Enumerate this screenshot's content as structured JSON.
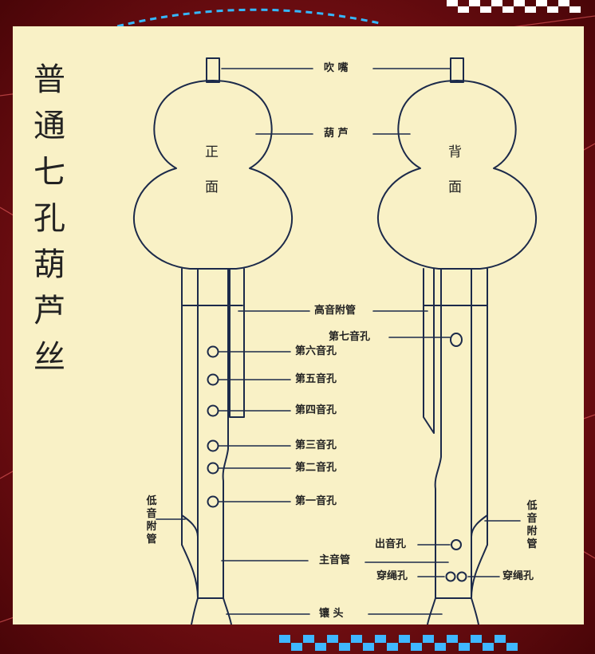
{
  "title": [
    "普",
    "通",
    "七",
    "孔",
    "葫",
    "芦",
    "丝"
  ],
  "front": {
    "line1": "正",
    "line2": "面"
  },
  "back": {
    "line1": "背",
    "line2": "面"
  },
  "labels": {
    "mouthpiece": "吹 嘴",
    "gourd": "葫 芦",
    "high_pipe": "高音附管",
    "hole7": "第七音孔",
    "hole6": "第六音孔",
    "hole5": "第五音孔",
    "hole4": "第四音孔",
    "hole3": "第三音孔",
    "hole2": "第二音孔",
    "hole1": "第一音孔",
    "low_pipe": "低音附管",
    "outlet_hole": "出音孔",
    "main_pipe": "主音管",
    "rope_hole": "穿绳孔",
    "tip": "镶 头"
  },
  "colors": {
    "background": "#7a0d12",
    "panel": "#f9f1c6",
    "ink": "#1c2a4a"
  }
}
